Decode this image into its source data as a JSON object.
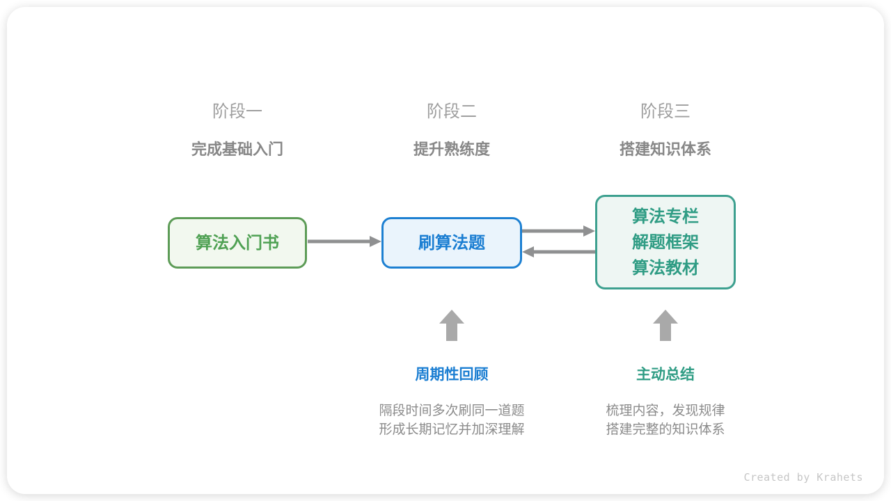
{
  "colors": {
    "green_border": "#5d9c57",
    "green_text": "#4fa153",
    "green_bg": "#f2f8ef",
    "blue_border": "#1d80d2",
    "blue_text": "#1b7ed2",
    "blue_bg": "#eaf4fc",
    "teal_border": "#3da08f",
    "teal_text": "#2f9c84",
    "teal_bg": "#eef6f3",
    "arrow": "#8f9091",
    "block_arrow": "#a9a9a9",
    "stage_label": "#9e9e9e",
    "stage_title": "#878787",
    "desc": "#8b8b8b",
    "footer": "#c6c6c6"
  },
  "stages": [
    {
      "label": "阶段一",
      "title": "完成基础入门"
    },
    {
      "label": "阶段二",
      "title": "提升熟练度"
    },
    {
      "label": "阶段三",
      "title": "搭建知识体系"
    }
  ],
  "nodes": {
    "intro_book": {
      "label": "算法入门书"
    },
    "practice": {
      "label": "刷算法题"
    },
    "resources": {
      "lines": [
        "算法专栏",
        "解题框架",
        "算法教材"
      ]
    }
  },
  "annotations": {
    "review": {
      "title": "周期性回顾",
      "desc_lines": [
        "隔段时间多次刷同一道题",
        "形成长期记忆并加深理解"
      ]
    },
    "summarize": {
      "title": "主动总结",
      "desc_lines": [
        "梳理内容，发现规律",
        "搭建完整的知识体系"
      ]
    }
  },
  "footer": {
    "credit": "Created by Krahets"
  }
}
